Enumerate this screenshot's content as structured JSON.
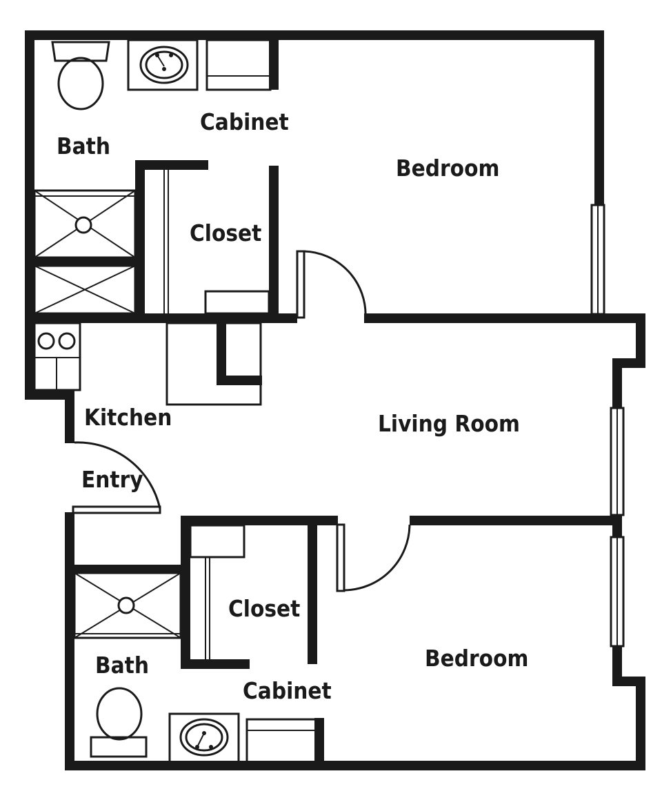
{
  "rooms": {
    "upper_bath": "Bath",
    "upper_cabinet": "Cabinet",
    "upper_closet": "Closet",
    "upper_bedroom": "Bedroom",
    "kitchen": "Kitchen",
    "entry": "Entry",
    "living_room": "Living Room",
    "lower_closet": "Closet",
    "lower_bath": "Bath",
    "lower_cabinet": "Cabinet",
    "lower_bedroom": "Bedroom"
  },
  "colors": {
    "wall": "#1a1a1a",
    "background": "#ffffff"
  }
}
